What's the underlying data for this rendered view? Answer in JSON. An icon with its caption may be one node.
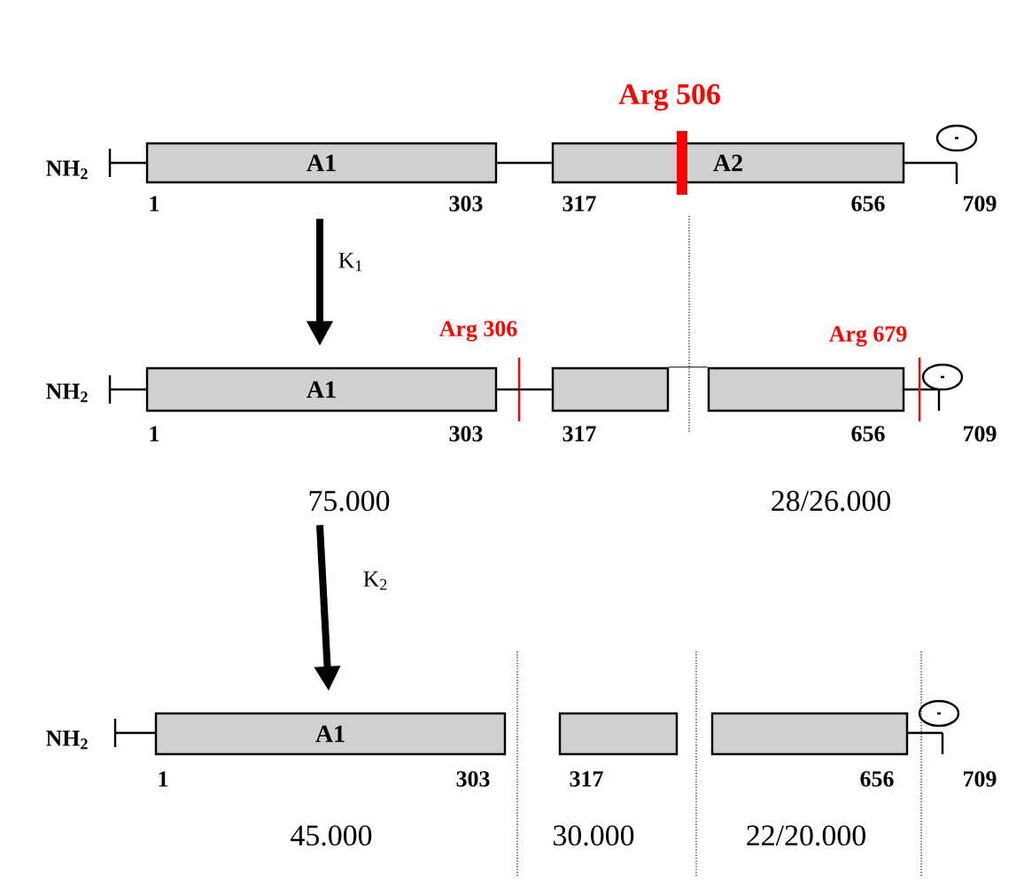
{
  "diagram": {
    "nodes": [
      {
        "text": [
          "A1"
        ]
      },
      {
        "text": [
          "A2"
        ]
      },
      {
        "text": [
          "A1"
        ],
        "beside": [
          "75.000"
        ]
      },
      {
        "text": [],
        "shape": "box"
      },
      {
        "text": [],
        "shape": "box"
      },
      {
        "text": [
          "A1"
        ],
        "beside": [
          "45.000"
        ]
      },
      {
        "text": [],
        "shape": "box",
        "beside": [
          "30.000"
        ]
      },
      {
        "text": [],
        "shape": "box",
        "beside": [
          "22/20.000"
        ]
      }
    ],
    "edges": [
      {
        "from": 0,
        "to": 1,
        "arrow": "none"
      },
      {
        "from": 0,
        "to": 2,
        "arrow": "to",
        "label": "K$_{1}$",
        "style": "thick"
      },
      {
        "from": 2,
        "to": 3,
        "arrow": "none"
      },
      {
        "from": 3,
        "to": 4,
        "arrow": "none"
      },
      {
        "from": 2,
        "to": 5,
        "arrow": "to",
        "label": "K$_{2}$",
        "style": "thick"
      }
    ],
    "labels": [
      "Arg 506",
      "NH$_{2}$",
      "1",
      "303",
      "317",
      "656",
      "709",
      "Arg 306",
      "Arg 679",
      "NH$_{2}$",
      "1",
      "303",
      "317",
      "656",
      "709",
      "28/26.000",
      "NH$_{2}$",
      "1",
      "303",
      "317",
      "656",
      "709"
    ]
  }
}
